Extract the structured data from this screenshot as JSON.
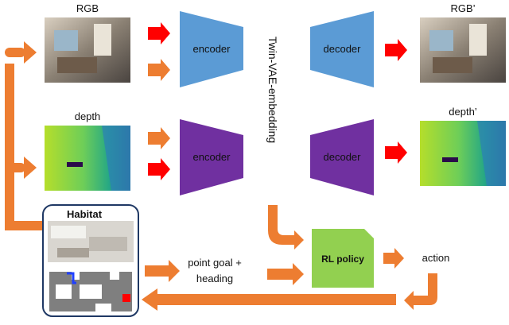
{
  "labels": {
    "rgb": "RGB",
    "rgb_prime": "RGB’",
    "depth": "depth",
    "depth_prime": "depth’",
    "encoder_top": "encoder",
    "encoder_bottom": "encoder",
    "decoder_top": "decoder",
    "decoder_bottom": "decoder",
    "twin_vae": "Twin-VAE-embedding",
    "habitat": "Habitat",
    "rl_policy": "RL policy",
    "action": "action",
    "point_goal_line1": "point goal +",
    "point_goal_line2": "heading"
  },
  "colors": {
    "encoder_blue": "#5b9bd5",
    "encoder_purple": "#7030a0",
    "rl_green": "#92d050",
    "arrow_orange": "#ed7d31",
    "arrow_red": "#ff0000",
    "habitat_border": "#1f3864"
  },
  "icons": [
    "arrow-right-icon",
    "arrow-curved-icon"
  ]
}
